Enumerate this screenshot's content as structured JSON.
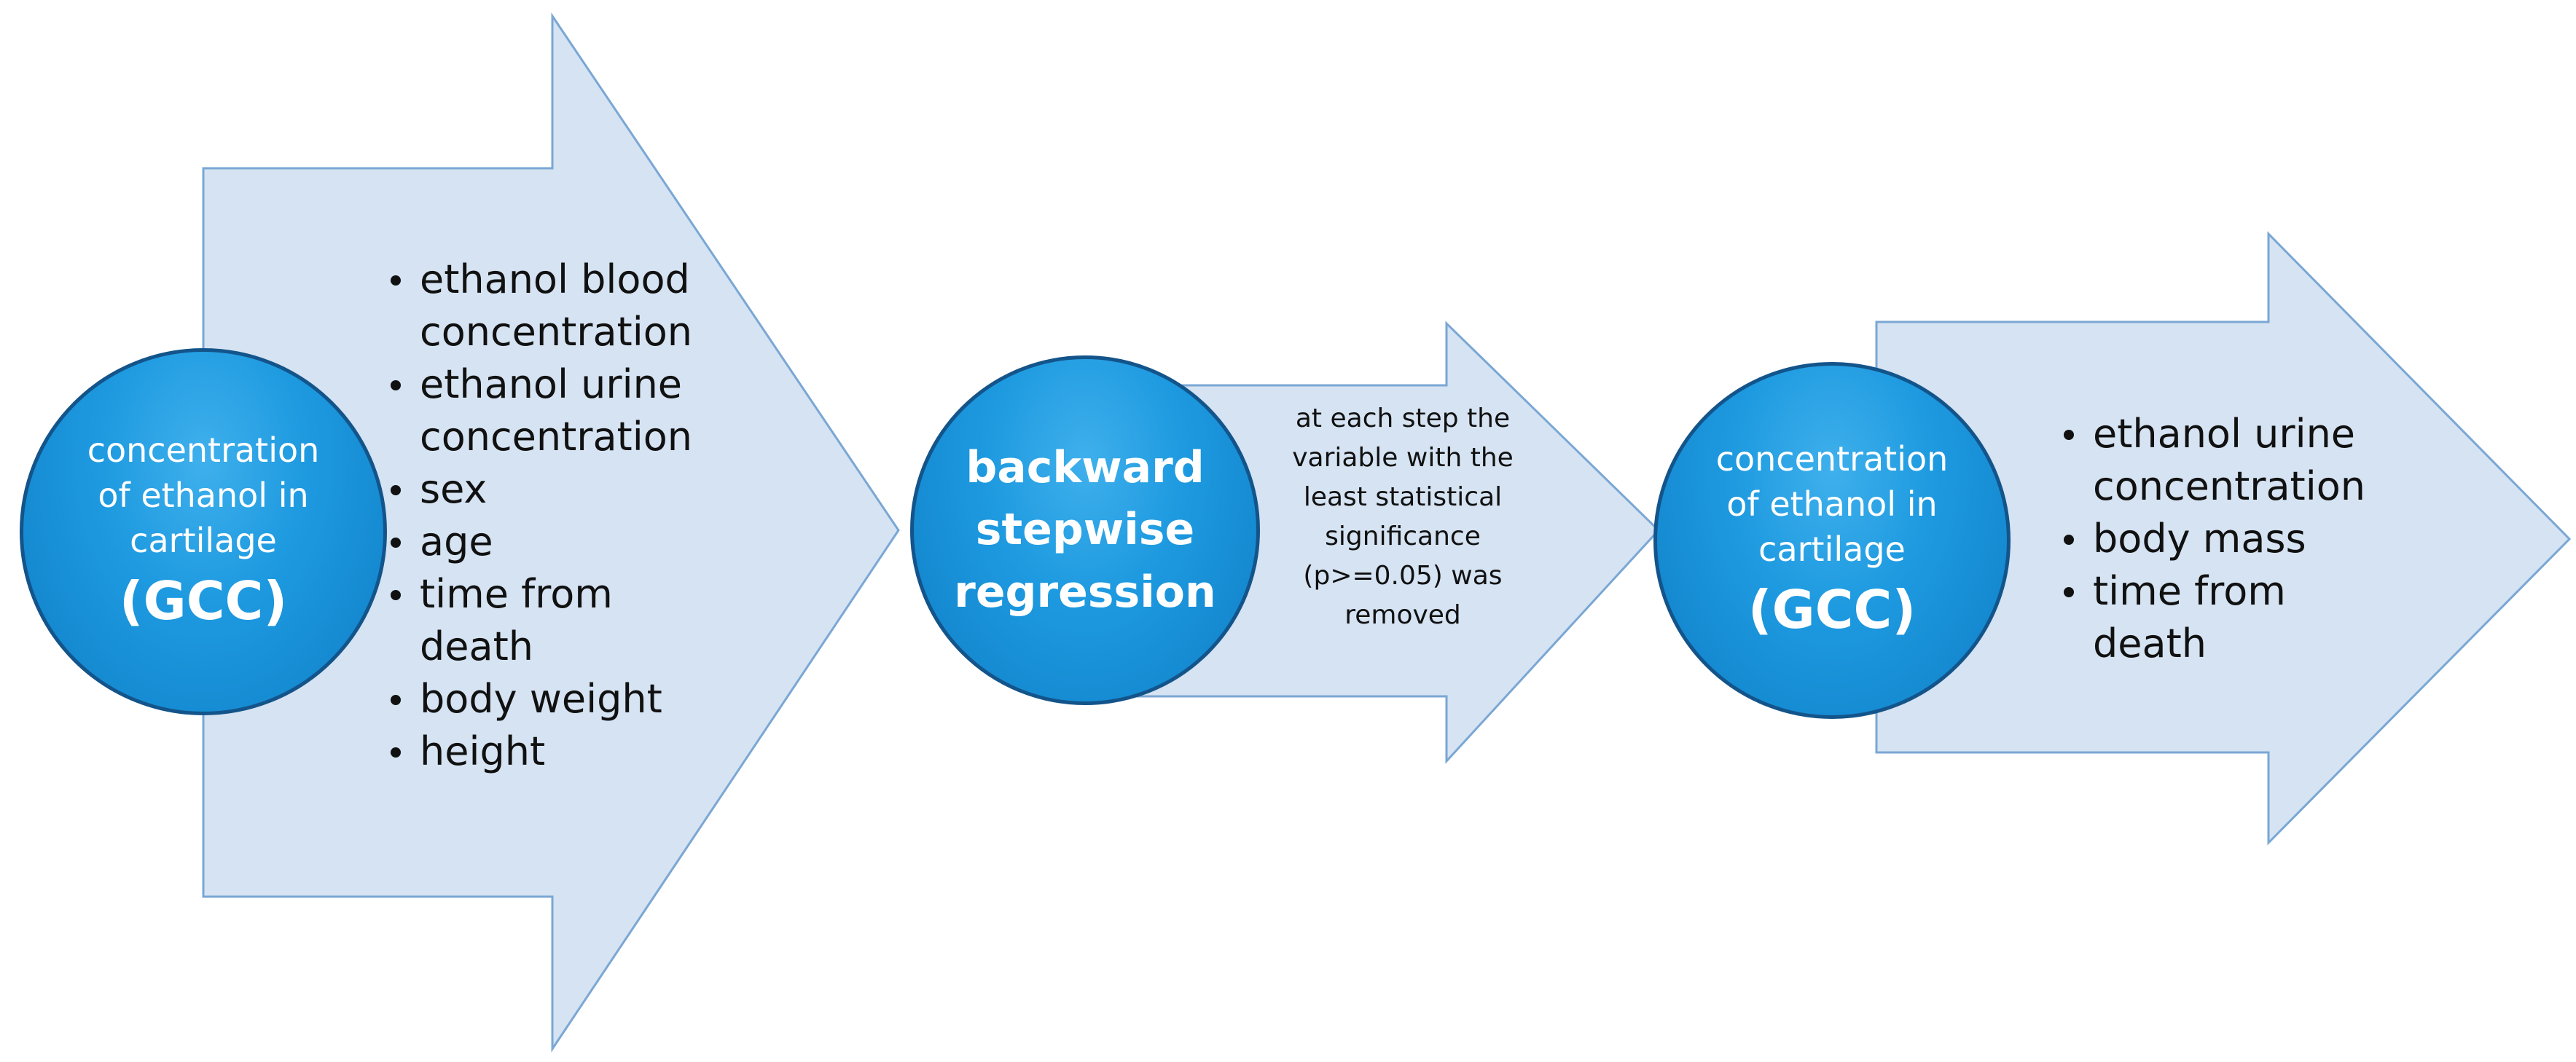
{
  "colors": {
    "arrow_fill": "#d5e3f2",
    "arrow_stroke": "#7aa7d4",
    "circle_fill": "#1e9ae0",
    "circle_border": "#13548a",
    "circle_text": "#ffffff",
    "body_text": "#111111"
  },
  "input_node": {
    "label_lines": [
      "concentration",
      "of ethanol in",
      "cartilage"
    ],
    "abbreviation": "(GCC)"
  },
  "input_variables": [
    "ethanol blood concentration",
    "ethanol urine concentration",
    "sex",
    "age",
    "time from death",
    "body weight",
    "height"
  ],
  "method_node": {
    "label_lines": [
      "backward",
      "stepwise",
      "regression"
    ]
  },
  "method_note": "at each step the variable with the least statistical significance (p>=0.05) was removed",
  "output_node": {
    "label_lines": [
      "concentration",
      "of ethanol in",
      "cartilage"
    ],
    "abbreviation": "(GCC)"
  },
  "output_variables": [
    "ethanol urine concentration",
    "body mass",
    "time from death"
  ]
}
